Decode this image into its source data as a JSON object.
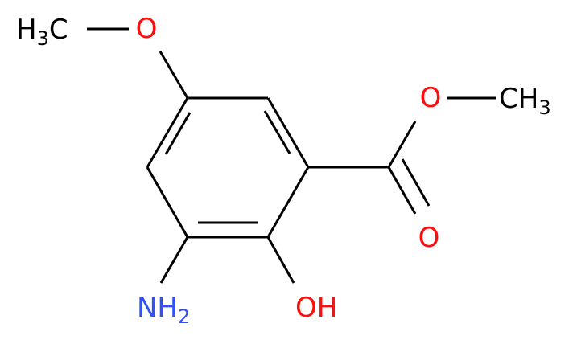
{
  "molecule": {
    "labels": {
      "methoxy_carbon": {
        "main": "H",
        "sub": "3",
        "tail": "C"
      },
      "methoxy_oxygen": "O",
      "ester_oxygen": "O",
      "ester_methyl": {
        "main": "CH",
        "sub": "3"
      },
      "carbonyl_oxygen": "O",
      "amine": {
        "main": "NH",
        "sub": "2"
      },
      "hydroxyl": "OH"
    },
    "colors": {
      "bond": "#000000",
      "carbon": "#000000",
      "oxygen": "#ff0d0d",
      "nitrogen": "#3050f8"
    }
  }
}
